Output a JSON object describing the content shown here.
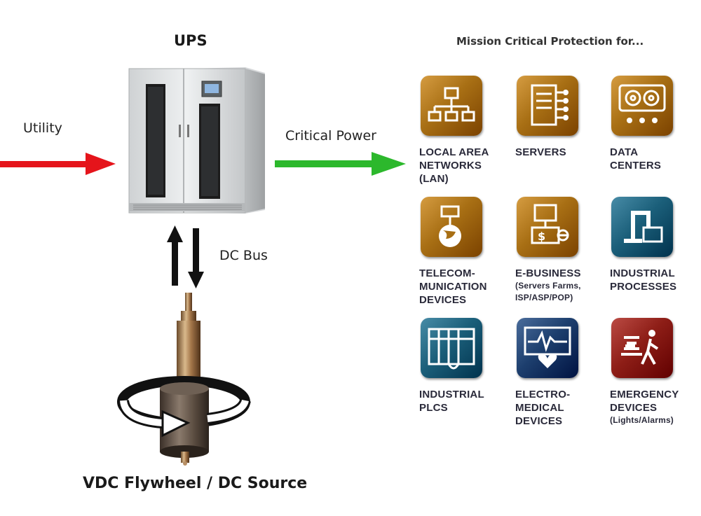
{
  "ups": {
    "title": "UPS"
  },
  "flows": {
    "utility": "Utility",
    "critical_power": "Critical Power",
    "dc_bus": "DC Bus"
  },
  "flywheel": {
    "title": "VDC Flywheel / DC Source"
  },
  "protection": {
    "title": "Mission Critical Protection for...",
    "items": [
      {
        "lines": [
          "LOCAL AREA",
          "NETWORKS",
          "(LAN)"
        ],
        "icon": "network-icon",
        "color": "#a86f14"
      },
      {
        "lines": [
          "SERVERS"
        ],
        "icon": "servers-icon",
        "color": "#a86f14"
      },
      {
        "lines": [
          "DATA",
          "CENTERS"
        ],
        "icon": "data-center-icon",
        "color": "#a86f14"
      },
      {
        "lines": [
          "TELECOM-",
          "MUNICATION",
          "DEVICES"
        ],
        "icon": "globe-icon",
        "color": "#a86f14"
      },
      {
        "lines": [
          "E-BUSINESS"
        ],
        "sub": [
          "(Servers Farms,",
          "ISP/ASP/POP)"
        ],
        "icon": "ebusiness-icon",
        "color": "#a86f14"
      },
      {
        "lines": [
          "INDUSTRIAL",
          "PROCESSES"
        ],
        "icon": "robot-arm-icon",
        "color": "#1b5f7a"
      },
      {
        "lines": [
          "INDUSTRIAL",
          "PLCS"
        ],
        "icon": "plc-icon",
        "color": "#1b5f7a"
      },
      {
        "lines": [
          "ELECTRO-",
          "MEDICAL",
          "DEVICES"
        ],
        "icon": "heart-monitor-icon",
        "color": "#1d3f6e"
      },
      {
        "lines": [
          "EMERGENCY",
          "DEVICES"
        ],
        "sub": [
          "(Lights/Alarms)"
        ],
        "icon": "emergency-exit-icon",
        "color": "#8e1e17"
      }
    ]
  },
  "colors": {
    "utility_arrow": "#e5141b",
    "critical_arrow": "#2cb82c",
    "dc_arrow": "#111111"
  }
}
